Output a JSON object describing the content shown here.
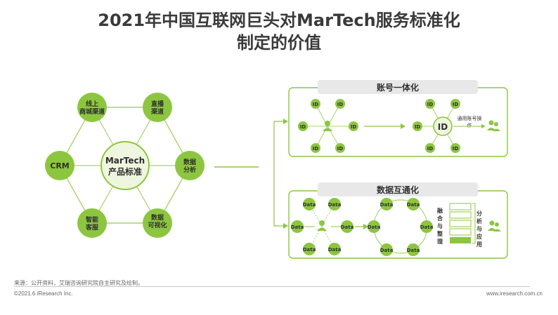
{
  "title_line1": "2021年中国互联网巨头对MarTech服务标准化",
  "title_line2": "制定的价值",
  "hub": {
    "line1": "MarTech",
    "line2": "产品标准"
  },
  "spokes": [
    {
      "line1": "线上",
      "line2": "商城渠道"
    },
    {
      "line1": "直播",
      "line2": "渠道"
    },
    {
      "line1": "数据",
      "line2": "分析"
    },
    {
      "line1": "数据",
      "line2": "可视化"
    },
    {
      "line1": "智能",
      "line2": "客服"
    },
    {
      "line1": "CRM",
      "line2": ""
    }
  ],
  "panel_top": {
    "title": "账号一体化",
    "id_label": "ID",
    "center_label": "ID",
    "operation_label_1": "通用账号操",
    "operation_label_2": "作"
  },
  "panel_bottom": {
    "title": "数据互通化",
    "data_label": "Data",
    "merge_chars": [
      "融",
      "合",
      "与",
      "整",
      "理"
    ],
    "analysis_chars": [
      "分",
      "析",
      "与",
      "应",
      "用"
    ]
  },
  "footer": {
    "source": "来源：公开资料，艾瑞咨询研究院自主研究及绘制。",
    "copyright": "©2021.6 iResearch Inc.",
    "website": "www.iresearch.com.cn"
  },
  "colors": {
    "green": "#8cc63f",
    "light_green": "#eef6df",
    "panel_header": "#e8e8e8"
  }
}
